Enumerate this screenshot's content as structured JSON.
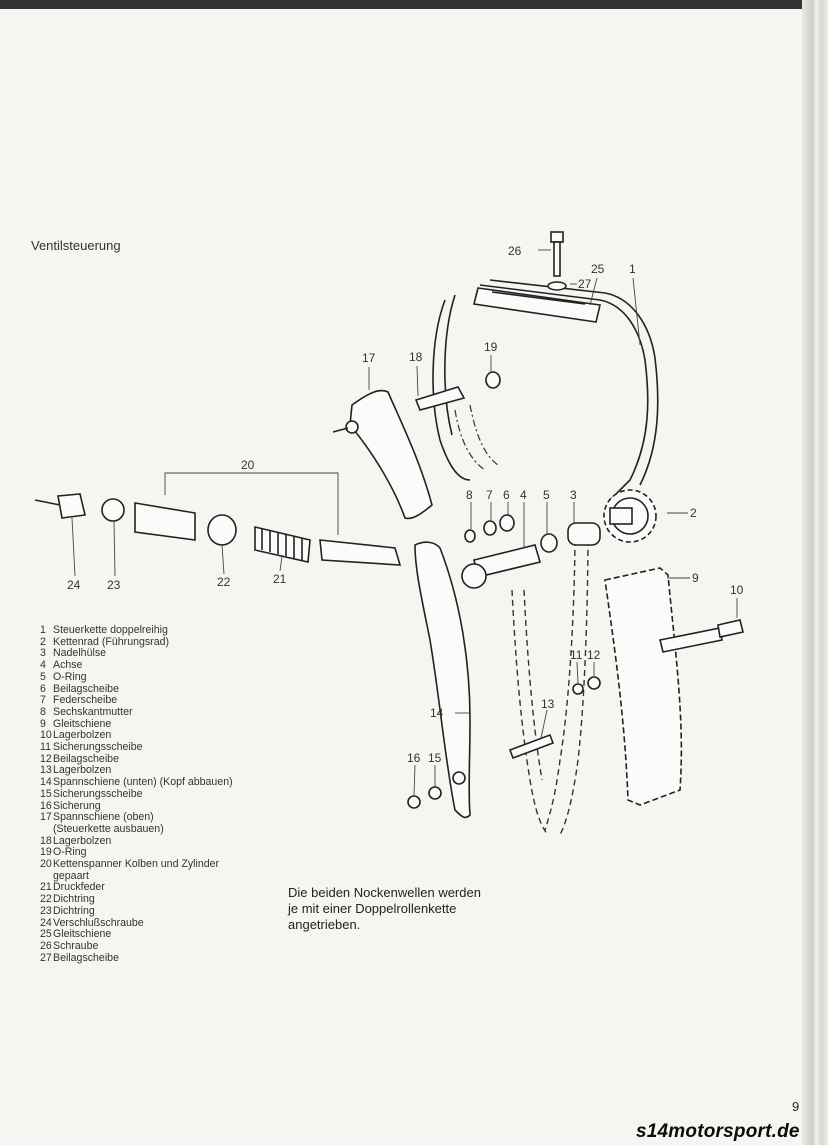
{
  "page": {
    "title": "Ventilsteuerung",
    "page_number": "9",
    "watermark": "s14motorsport.de"
  },
  "caption": [
    "Die beiden Nockenwellen werden",
    "je mit einer Doppelrollenkette",
    "angetrieben."
  ],
  "legend": [
    {
      "num": "1",
      "text": "Steuerkette doppelreihig"
    },
    {
      "num": "2",
      "text": "Kettenrad (Führungsrad)"
    },
    {
      "num": "3",
      "text": "Nadelhülse"
    },
    {
      "num": "4",
      "text": "Achse"
    },
    {
      "num": "5",
      "text": "O-Ring"
    },
    {
      "num": "6",
      "text": "Beilagscheibe"
    },
    {
      "num": "7",
      "text": "Federscheibe"
    },
    {
      "num": "8",
      "text": "Sechskantmutter"
    },
    {
      "num": "9",
      "text": "Gleitschiene"
    },
    {
      "num": "10",
      "text": "Lagerbolzen"
    },
    {
      "num": "11",
      "text": "Sicherungsscheibe"
    },
    {
      "num": "12",
      "text": "Beilagscheibe"
    },
    {
      "num": "13",
      "text": "Lagerbolzen"
    },
    {
      "num": "14",
      "text": "Spannschiene (unten) (Kopf abbauen)"
    },
    {
      "num": "15",
      "text": "Sicherungsscheibe"
    },
    {
      "num": "16",
      "text": "Sicherung"
    },
    {
      "num": "17",
      "text": "Spannschiene (oben)"
    },
    {
      "num": "",
      "text": "(Steuerkette ausbauen)"
    },
    {
      "num": "18",
      "text": "Lagerbolzen"
    },
    {
      "num": "19",
      "text": "O-Ring"
    },
    {
      "num": "20",
      "text": "Kettenspanner Kolben und Zylinder"
    },
    {
      "num": "",
      "text": "gepaart"
    },
    {
      "num": "21",
      "text": "Druckfeder"
    },
    {
      "num": "22",
      "text": "Dichtring"
    },
    {
      "num": "23",
      "text": "Dichtring"
    },
    {
      "num": "24",
      "text": "Verschlußschraube"
    },
    {
      "num": "25",
      "text": "Gleitschiene"
    },
    {
      "num": "26",
      "text": "Schraube"
    },
    {
      "num": "27",
      "text": "Beilagscheibe"
    }
  ],
  "callouts": {
    "c1": "1",
    "c2": "2",
    "c3": "3",
    "c4": "4",
    "c5": "5",
    "c6": "6",
    "c7": "7",
    "c8": "8",
    "c9": "9",
    "c10": "10",
    "c11": "11",
    "c12": "12",
    "c13": "13",
    "c14": "14",
    "c15": "15",
    "c16": "16",
    "c17": "17",
    "c18": "18",
    "c19": "19",
    "c20": "20",
    "c21": "21",
    "c22": "22",
    "c23": "23",
    "c24": "24",
    "c25": "25",
    "c26": "26",
    "c27": "27"
  }
}
